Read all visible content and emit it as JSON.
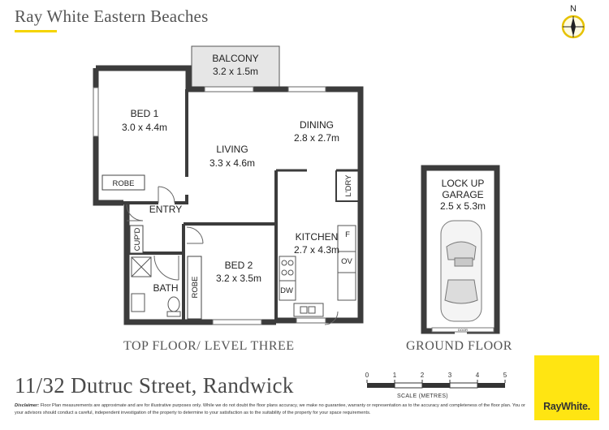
{
  "agency_name": "Ray White Eastern Beaches",
  "brand_color": "#f5d400",
  "compass": {
    "label": "N",
    "icon": "compass-icon"
  },
  "rooms": {
    "balcony": {
      "name": "BALCONY",
      "dims": "3.2 x 1.5m"
    },
    "bed1": {
      "name": "BED 1",
      "dims": "3.0 x 4.4m"
    },
    "dining": {
      "name": "DINING",
      "dims": "2.8 x 2.7m"
    },
    "living": {
      "name": "LIVING",
      "dims": "3.3 x 4.6m"
    },
    "kitchen": {
      "name": "KITCHEN",
      "dims": "2.7 x 4.3m"
    },
    "bed2": {
      "name": "BED 2",
      "dims": "3.2 x 3.5m"
    },
    "garage": {
      "name": "LOCK UP",
      "name2": "GARAGE",
      "dims": "2.5 x 5.3m"
    }
  },
  "fixtures": {
    "robe1": "ROBE",
    "robe2": "ROBE",
    "ldry": "L'DRY",
    "entry": "ENTRY",
    "cupd": "CUP'D",
    "bath": "BATH",
    "fridge": "F",
    "oven": "OV",
    "dishwasher": "DW",
    "door": "DOOR"
  },
  "captions": {
    "top_floor": "TOP FLOOR/ LEVEL THREE",
    "ground_floor": "GROUND FLOOR"
  },
  "address": "11/32 Dutruc Street, Randwick",
  "scale": {
    "title": "SCALE (METRES)",
    "ticks": [
      "0",
      "1",
      "2",
      "3",
      "4",
      "5"
    ]
  },
  "disclaimer": {
    "label": "Disclaimer:",
    "text": " Floor Plan measurements are approximate and are for illustrative purposes only. While we do not doubt the floor plans accuracy, we make no guarantee, warranty or representation as to the accuracy and completeness of the floor plan. You or your advisors should conduct a careful, independent investigation of the property to determine to your satisfaction as to the suitability of the property for your space requirements."
  },
  "logo_text": "RayWhite."
}
